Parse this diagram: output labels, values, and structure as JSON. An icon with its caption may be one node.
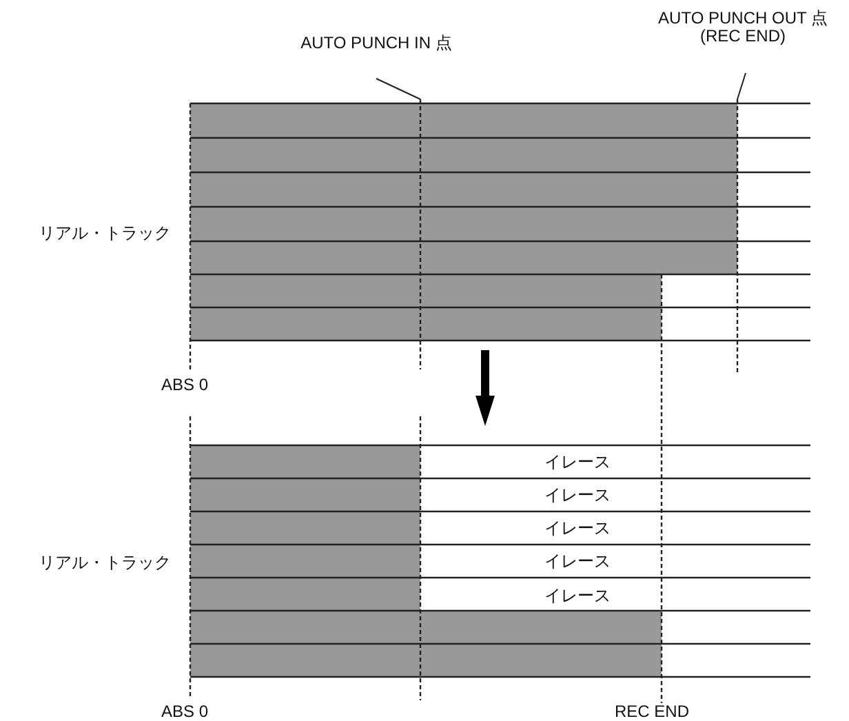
{
  "diagram": {
    "nodes": [
      {
        "text": [
          "AUTO PUNCH IN 点"
        ]
      },
      {
        "text": [
          "AUTO PUNCH OUT 点 (REC END)"
        ]
      }
    ],
    "edges": [
      {
        "from": 0,
        "to": null,
        "arrow": "none"
      },
      {
        "from": 1,
        "to": null,
        "arrow": "none"
      }
    ],
    "labels": [
      "リアル・トラック",
      "ABS 0",
      "イレース",
      "イレース",
      "イレース",
      "イレース",
      "イレース",
      "リアル・トラック",
      "ABS 0",
      "REC END"
    ]
  }
}
